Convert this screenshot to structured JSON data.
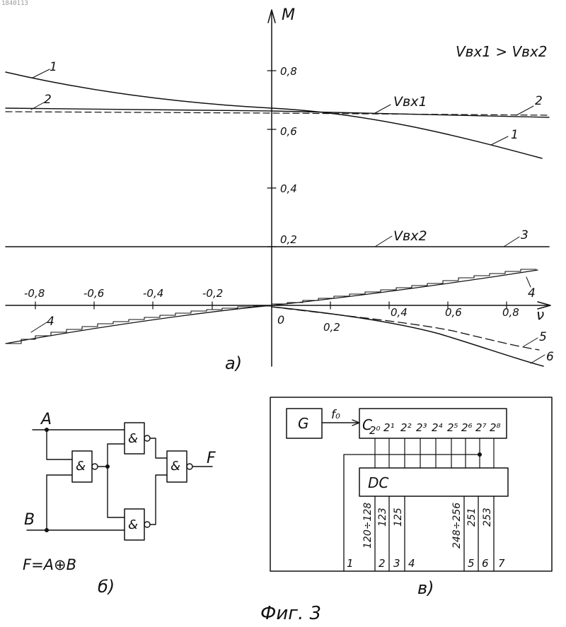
{
  "document_id": "1840113",
  "figure_caption": "Фиг. 3",
  "panel_a": {
    "label": "а)",
    "y_axis_label": "M",
    "x_axis_label": "ν",
    "condition_note": "Vвх1 > Vвх2",
    "y_ticks": [
      "0,8",
      "0,6",
      "0,4",
      "0,2"
    ],
    "x_ticks_negative": [
      "-0,8",
      "-0,6",
      "-0,4",
      "-0,2"
    ],
    "origin_label": "0",
    "x_ticks_positive": [
      "0,2",
      "0,4",
      "0,6",
      "0,8"
    ],
    "curve_labels": [
      "1",
      "1",
      "2",
      "2",
      "3",
      "4",
      "4",
      "5",
      "6"
    ],
    "vbx1_label": "Vвх1",
    "vbx2_label": "Vвх2"
  },
  "panel_b": {
    "label": "б)",
    "input_a": "A",
    "input_b": "B",
    "output": "F",
    "gate_symbol": "&",
    "formula": "F=A⊕B"
  },
  "panel_c": {
    "label": "в)",
    "generator": "G",
    "clock": "f₀",
    "counter_label": "C",
    "counter_bits": [
      "2⁰",
      "2¹",
      "2²",
      "2³",
      "2⁴",
      "2⁵",
      "2⁶",
      "2⁷",
      "2⁸"
    ],
    "decoder": "DC",
    "output_values": [
      "120÷128",
      "123",
      "125",
      "248÷256",
      "251",
      "253"
    ],
    "output_numbers": [
      "1",
      "2",
      "3",
      "4",
      "5",
      "6",
      "7"
    ]
  }
}
